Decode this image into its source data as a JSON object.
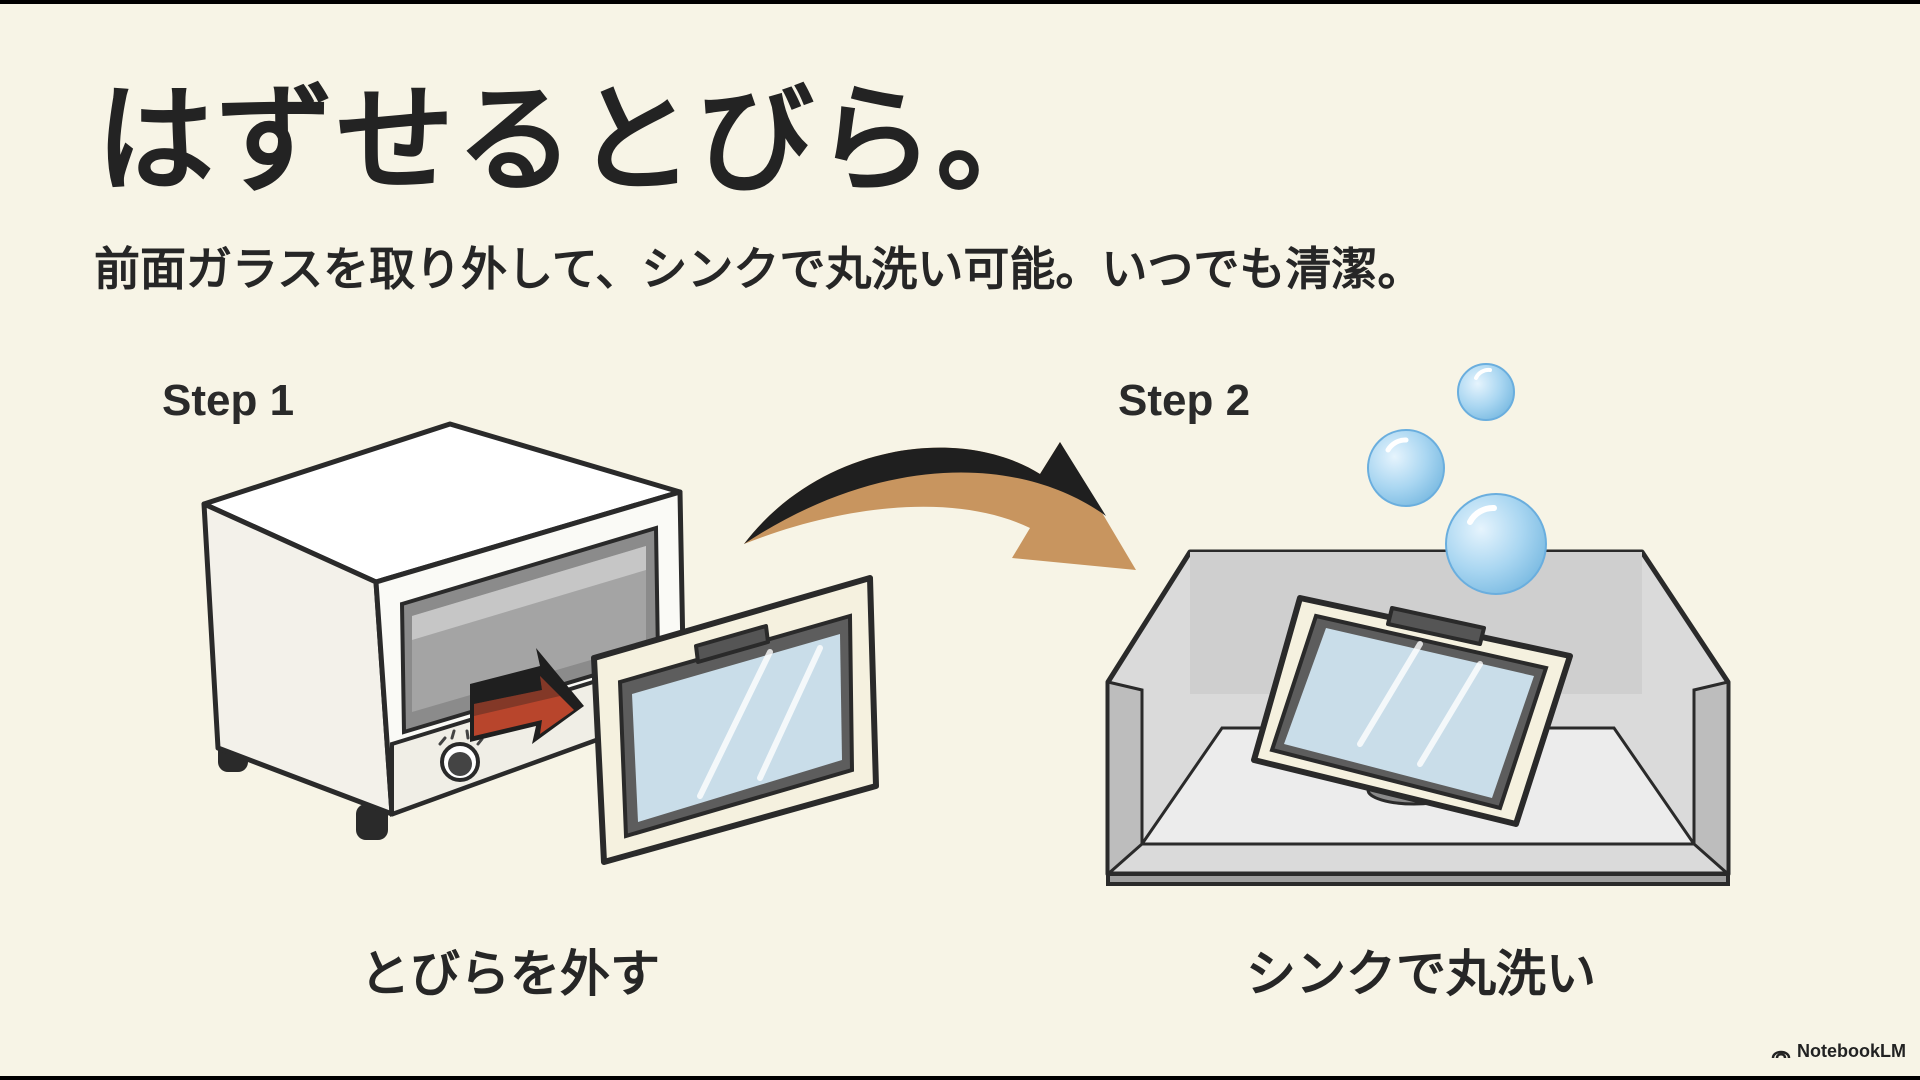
{
  "slide": {
    "title": "はずせるとびら。",
    "subtitle": "前面ガラスを取り外して、シンクで丸洗い可能。いつでも清潔。",
    "steps": [
      {
        "label": "Step 1",
        "caption": "とびらを外す"
      },
      {
        "label": "Step 2",
        "caption": "シンクで丸洗い"
      }
    ],
    "brand": "NotebookLM"
  },
  "icons": [
    "toaster-oven-icon",
    "removed-door-icon",
    "direction-arrow-icon",
    "curved-arrow-icon",
    "sink-icon",
    "bubbles-icon",
    "notebooklm-logo-icon"
  ],
  "colors": {
    "background": "#f7f4e6",
    "text": "#232323",
    "arrow_brown": "#c8955f",
    "arrow_red": "#b8452c",
    "glass": "#c9dde9",
    "bubble": "#a8d4ef"
  }
}
